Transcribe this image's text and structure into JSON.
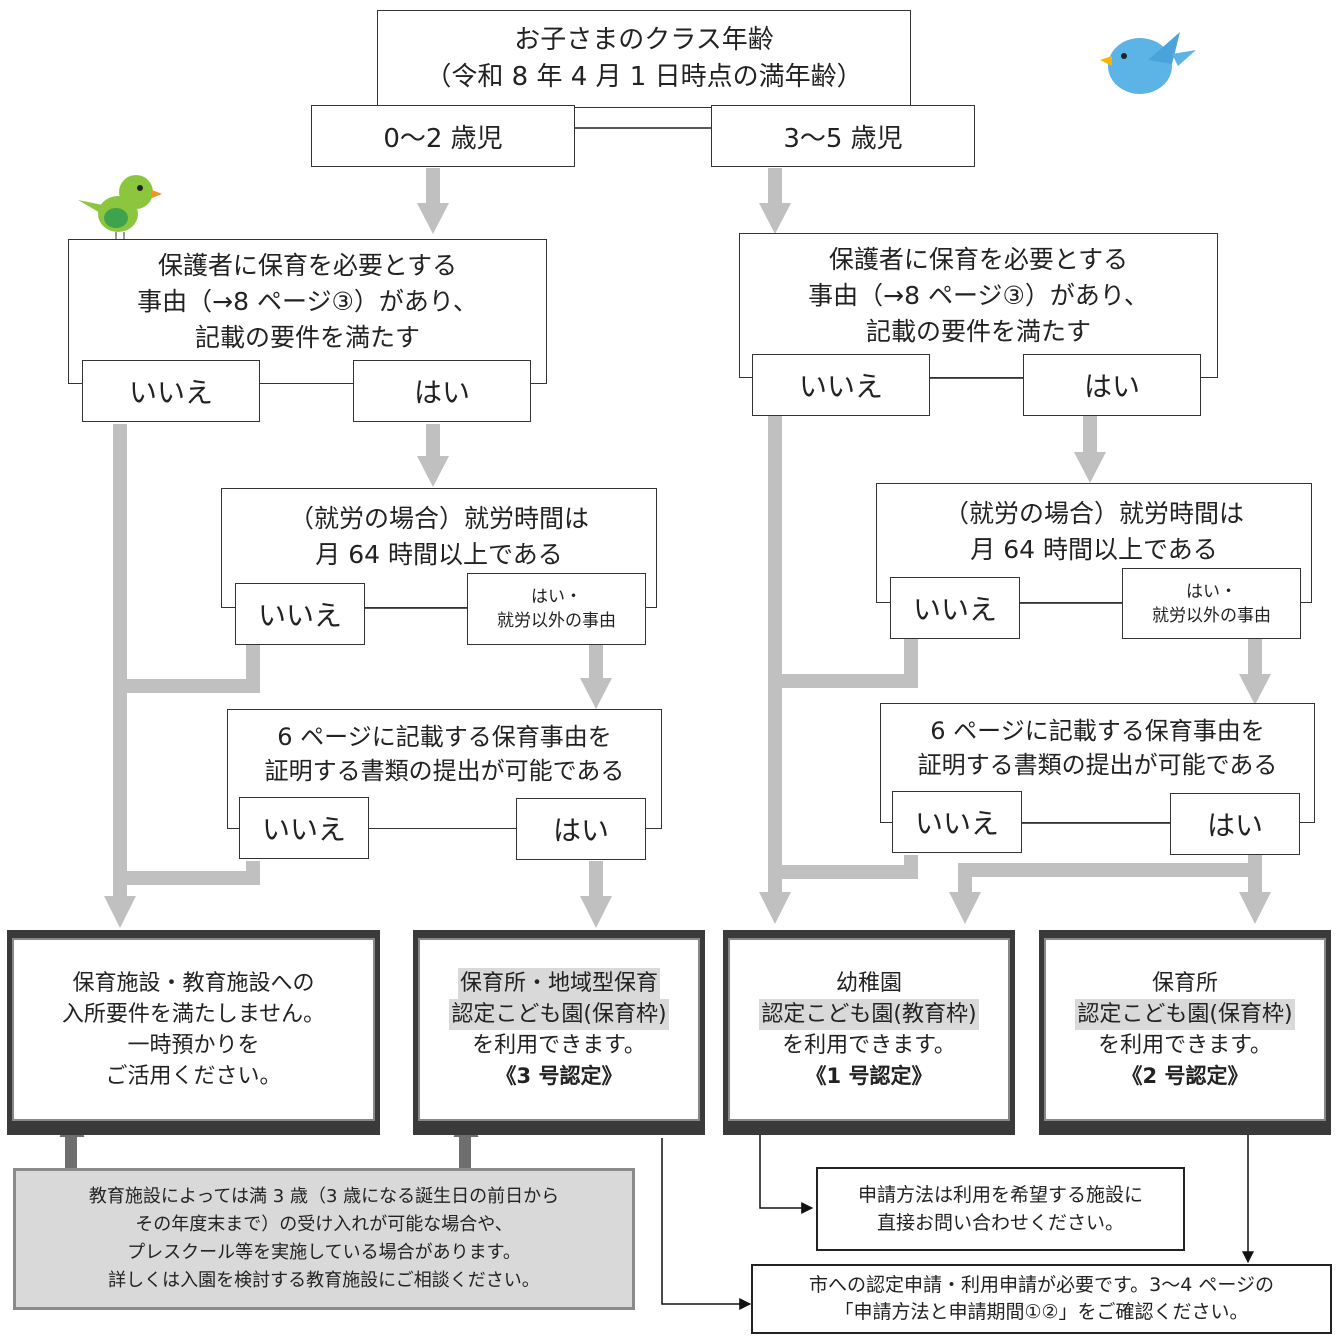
{
  "top": {
    "title": "お子さまのクラス年齢",
    "subtitle": "（令和 8 年 4 月 1 日時点の満年齢）"
  },
  "age_left": "0〜2 歳児",
  "age_right": "3〜5 歳児",
  "q1": {
    "text": "保護者に保育を必要とする\n事由（→8 ページ③）があり、\n記載の要件を満たす",
    "no": "いいえ",
    "yes": "はい"
  },
  "q2": {
    "text": "（就労の場合）就労時間は\n月 64 時間以上である",
    "no": "いいえ",
    "yes": "はい・\n就労以外の事由"
  },
  "q3": {
    "text": "6 ページに記載する保育事由を\n証明する書類の提出が可能である",
    "no": "いいえ",
    "yes": "はい"
  },
  "results": {
    "r1": {
      "lines": [
        "保育施設・教育施設への",
        "入所要件を満たしません。",
        "一時預かりを",
        "ご活用ください。"
      ]
    },
    "r2": {
      "hl1": "保育所・地域型保育",
      "hl2": "認定こども園(保育枠)",
      "line3": "を利用できます。",
      "cert": "《3 号認定》"
    },
    "r3": {
      "hl1": "幼稚園",
      "hl2": "認定こども園(教育枠)",
      "line3": "を利用できます。",
      "cert": "《1 号認定》"
    },
    "r4": {
      "hl1": "保育所",
      "hl2": "認定こども園(保育枠)",
      "line3": "を利用できます。",
      "cert": "《2 号認定》"
    }
  },
  "notes": {
    "kindergarten": "教育施設によっては満 3 歳（3 歳になる誕生日の前日から\nその年度末まで）の受け入れが可能な場合や、\nプレスクール等を実施している場合があります。\n詳しくは入園を検討する教育施設にご相談ください。",
    "direct": "申請方法は利用を希望する施設に\n直接お問い合わせください。",
    "city": "市への認定申請・利用申請が必要です。3〜4 ページの\n「申請方法と申請期間①②」をご確認ください。"
  },
  "colors": {
    "arrow": "#c0c0c0",
    "highlight": "#d9d9d9",
    "note_bg": "#d9d9d9"
  },
  "icons": [
    "green-bird-icon",
    "blue-bird-icon"
  ]
}
